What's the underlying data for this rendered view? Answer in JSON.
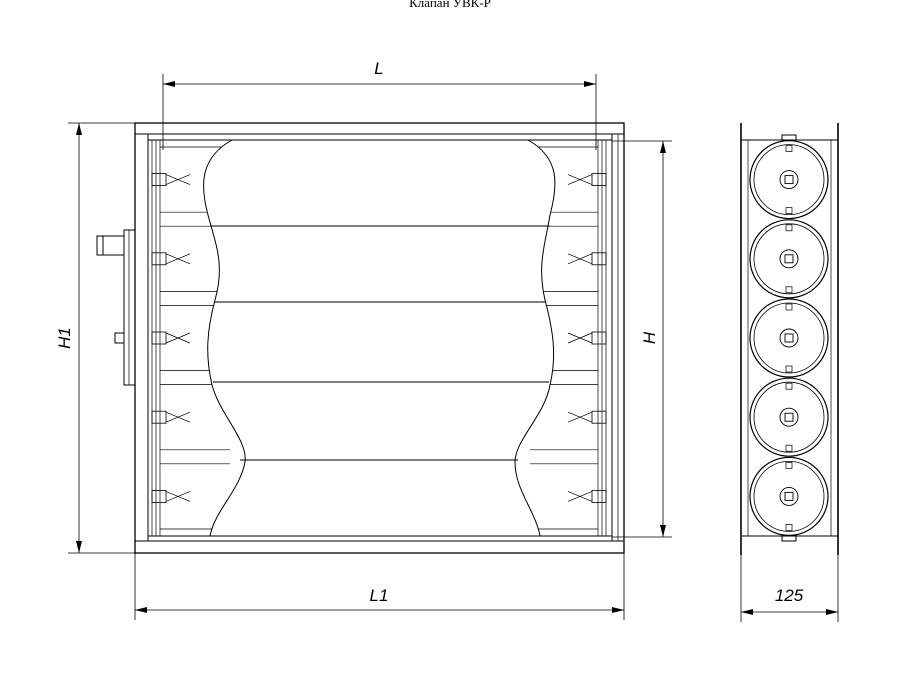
{
  "title": "Клапан УВК-Р",
  "dimensions": {
    "L": "L",
    "L1": "L1",
    "H": "H",
    "H1": "H1",
    "depth": "125"
  },
  "blade_count": 5
}
